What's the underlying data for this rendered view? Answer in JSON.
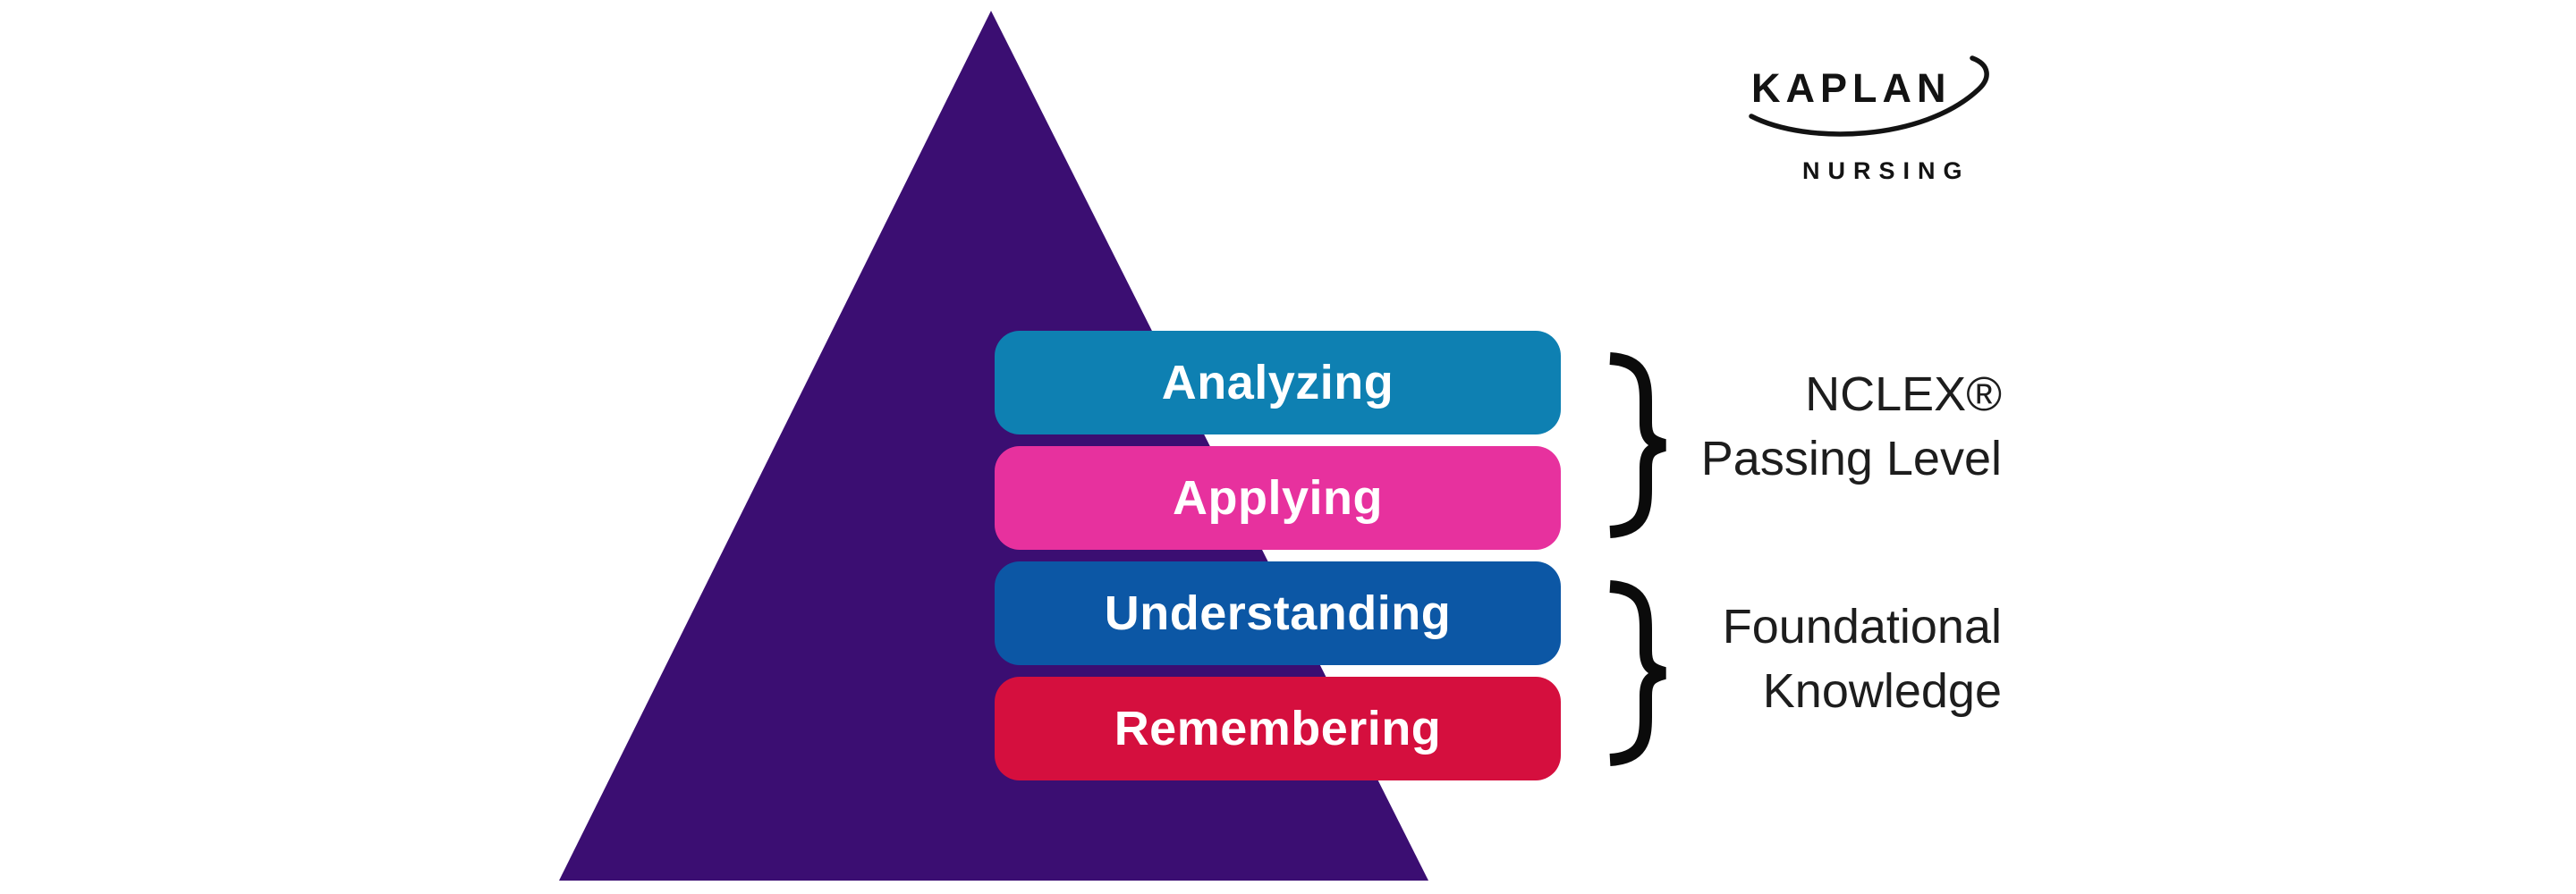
{
  "diagram": {
    "pyramid_color": "#3B0E72",
    "brace_color": "#0B0B0B",
    "annotation_text_color": "#1D1D1D",
    "level_text_color": "#FFFFFF",
    "levels": [
      {
        "id": "analyzing",
        "label": "Analyzing",
        "color": "#0E80B2"
      },
      {
        "id": "applying",
        "label": "Applying",
        "color": "#E7319E"
      },
      {
        "id": "understanding",
        "label": "Understanding",
        "color": "#0C57A5"
      },
      {
        "id": "remembering",
        "label": "Remembering",
        "color": "#D50F3E"
      }
    ],
    "annotations": [
      {
        "id": "nclex-passing-level",
        "lines": [
          "NCLEX®",
          "Passing Level"
        ]
      },
      {
        "id": "foundational-knowledge",
        "lines": [
          "Foundational",
          "Knowledge"
        ]
      }
    ]
  },
  "logo": {
    "brand": "KAPLAN",
    "division": "NURSING",
    "color": "#131313"
  }
}
